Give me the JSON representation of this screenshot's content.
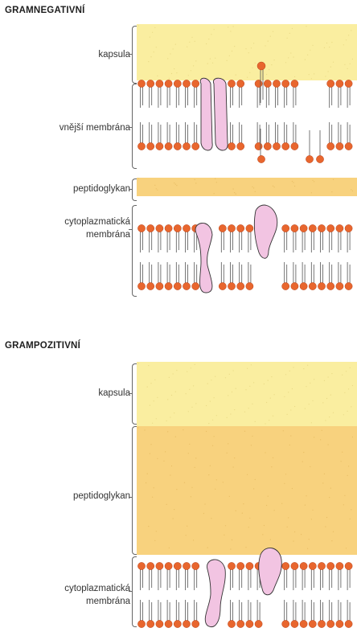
{
  "gram_negative": {
    "title": "GRAMNEGATIVNÍ",
    "layers": {
      "capsule": "kapsula",
      "outer_membrane": "vnější membrána",
      "peptidoglycan": "peptidoglykan",
      "cytoplasmic_membrane_line1": "cytoplazmatická",
      "cytoplasmic_membrane_line2": "membrána"
    }
  },
  "gram_positive": {
    "title": "GRAMPOZITIVNÍ",
    "layers": {
      "capsule": "kapsula",
      "peptidoglycan": "peptidoglykan",
      "cytoplasmic_membrane_line1": "cytoplazmatická",
      "cytoplasmic_membrane_line2": "membrána"
    }
  },
  "colors": {
    "capsule": "#faeea0",
    "peptidoglycan": "#f8d27e",
    "lipid_head": "#e8662e",
    "protein": "#f2c4e2",
    "tail": "#555555"
  }
}
